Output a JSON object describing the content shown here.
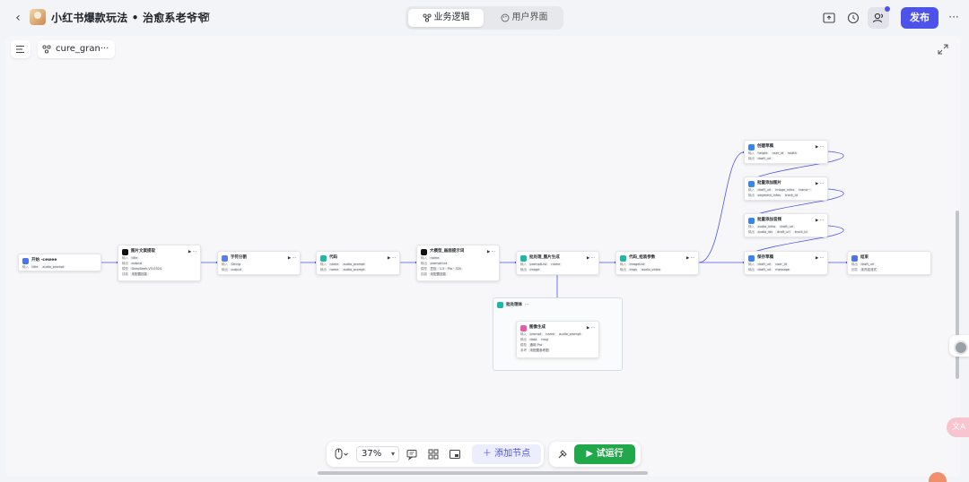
{
  "header": {
    "app_title": "小红书爆款玩法 • 治愈系老爷爷",
    "tabs": [
      {
        "label": "业务逻辑",
        "active": true
      },
      {
        "label": "用户界面",
        "active": false
      }
    ],
    "publish_label": "发布",
    "accent_color": "#4d53e8"
  },
  "canvas": {
    "workflow_name": "cure_gran···"
  },
  "nodes": {
    "start": {
      "title": "开始 -cewee",
      "rows": [
        {
          "label": "输入",
          "items": [
            "title",
            "audio_prompt"
          ]
        }
      ]
    },
    "image_understand": {
      "title": "图片文案提取",
      "rows": [
        {
          "label": "输入",
          "items": [
            "title"
          ]
        },
        {
          "label": "输出",
          "items": [
            "output"
          ]
        },
        {
          "label": "模型",
          "items": [
            "DeepSeek-V3-0324"
          ]
        },
        {
          "label": "技能",
          "items": [
            "未配置技能"
          ]
        }
      ]
    },
    "text_split": {
      "title": "字符分割",
      "rows": [
        {
          "label": "输入",
          "items": [
            "String"
          ]
        },
        {
          "label": "输出",
          "items": [
            "output"
          ]
        }
      ]
    },
    "code_1": {
      "title": "代码",
      "rows": [
        {
          "label": "输入",
          "items": [
            "name",
            "audio_prompt"
          ]
        },
        {
          "label": "输出",
          "items": [
            "name",
            "audio_prompt"
          ]
        }
      ]
    },
    "llm": {
      "title": "大模型_画面提示词",
      "rows": [
        {
          "label": "输入",
          "items": [
            "name"
          ]
        },
        {
          "label": "输出",
          "items": [
            "prompt.txt"
          ]
        },
        {
          "label": "模型",
          "items": [
            "豆包 · 1.5 · Pro · 32k"
          ]
        },
        {
          "label": "技能",
          "items": [
            "未配置技能"
          ]
        }
      ]
    },
    "batch_image": {
      "title": "批处理_图片生成",
      "rows": [
        {
          "label": "输入",
          "items": [
            "promptList",
            "name"
          ]
        },
        {
          "label": "输出",
          "items": [
            "image"
          ]
        }
      ]
    },
    "code_collect": {
      "title": "代码_组装参数",
      "rows": [
        {
          "label": "输入",
          "items": [
            "imageList"
          ]
        },
        {
          "label": "输出",
          "items": [
            "imgs",
            "audio_video"
          ]
        }
      ]
    },
    "create_draft": {
      "title": "创建草稿",
      "rows": [
        {
          "label": "输入",
          "items": [
            "height",
            "user_id",
            "width"
          ]
        },
        {
          "label": "输出",
          "items": [
            "draft_url"
          ]
        }
      ]
    },
    "add_images": {
      "title": "批量添加图片",
      "rows": [
        {
          "label": "输入",
          "items": [
            "draft_url",
            "image_infos",
            "transi···"
          ]
        },
        {
          "label": "输出",
          "items": [
            "segment_infos",
            "track_id"
          ]
        }
      ]
    },
    "add_audio": {
      "title": "批量添加音频",
      "rows": [
        {
          "label": "输入",
          "items": [
            "audio_infos",
            "draft_url"
          ]
        },
        {
          "label": "输出",
          "items": [
            "audio_ids",
            "draft_url",
            "track_id"
          ]
        }
      ]
    },
    "save_draft": {
      "title": "保存草稿",
      "rows": [
        {
          "label": "输入",
          "items": [
            "draft_url",
            "user_id"
          ]
        },
        {
          "label": "输出",
          "items": [
            "draft_url",
            "message"
          ]
        }
      ]
    },
    "end": {
      "title": "结束",
      "rows": [
        {
          "label": "输出",
          "items": [
            "draft_url"
          ]
        },
        {
          "label": "回答",
          "items": [
            "未开启流式"
          ]
        }
      ]
    },
    "batch_body": {
      "title": "批处理体"
    },
    "image_gen": {
      "title": "图像生成",
      "rows": [
        {
          "label": "输入",
          "items": [
            "prompt",
            "name",
            "audio_prompt"
          ]
        },
        {
          "label": "输出",
          "items": [
            "data",
            "msg"
          ]
        },
        {
          "label": "模型",
          "items": [
            "通用 Pro"
          ]
        },
        {
          "label": "参考",
          "items": [
            "未配置参考图"
          ]
        }
      ]
    }
  },
  "toolbar": {
    "zoom_label": "37%",
    "add_node_label": "添加节点",
    "run_label": "试运行",
    "run_color": "#20a84b"
  },
  "side": {
    "translate_label": "文A"
  }
}
